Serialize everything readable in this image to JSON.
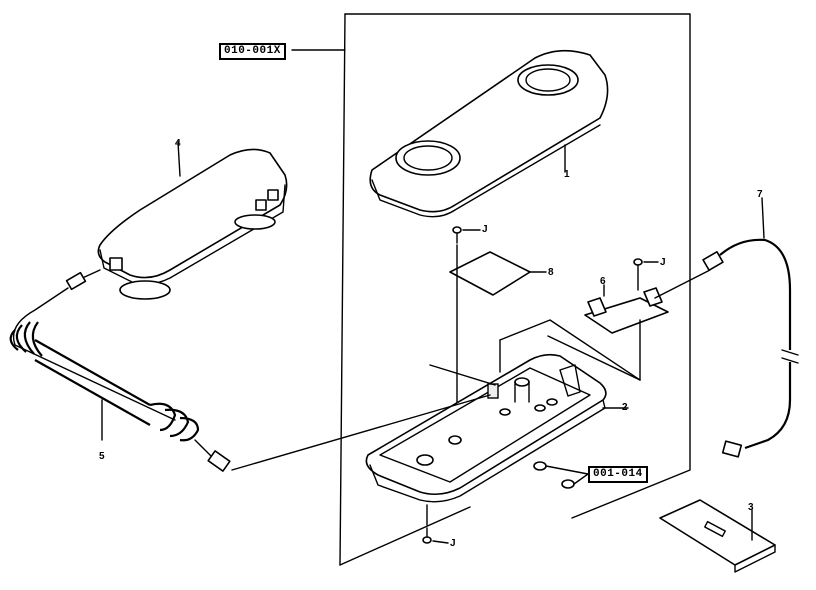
{
  "assembly_label": "010-001X",
  "kit_label": "001-014",
  "parts": {
    "p1": "1",
    "p2": "2",
    "p3": "3",
    "p4": "4",
    "p5": "5",
    "p6": "6",
    "p7": "7",
    "p8": "8"
  },
  "screw_labels": {
    "j_top": "J",
    "j_right": "J",
    "j_bottom": "J"
  }
}
